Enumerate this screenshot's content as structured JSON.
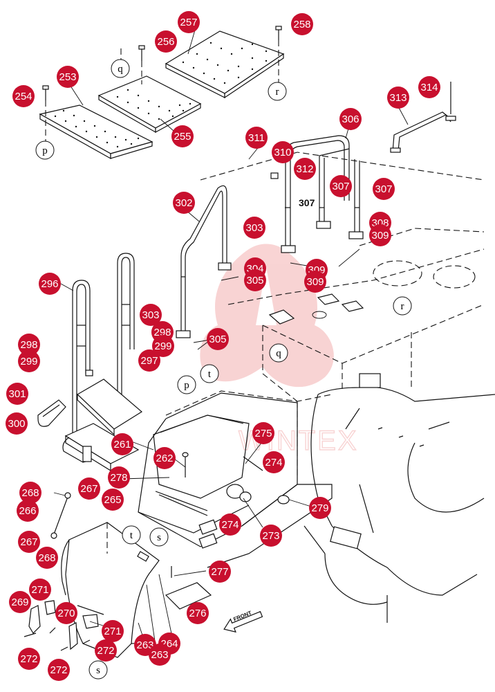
{
  "callouts": [
    "257",
    "258",
    "256",
    "253",
    "254",
    "255",
    "313",
    "314",
    "306",
    "311",
    "310",
    "312",
    "307",
    "307",
    "302",
    "303",
    "308",
    "309",
    "304",
    "305",
    "309",
    "309",
    "296",
    "303",
    "298",
    "298",
    "299",
    "299",
    "305",
    "297",
    "301",
    "300",
    "261",
    "262",
    "275",
    "274",
    "278",
    "268",
    "267",
    "265",
    "266",
    "279",
    "274",
    "273",
    "267",
    "268",
    "277",
    "276",
    "269",
    "271",
    "270",
    "271",
    "272",
    "263",
    "264",
    "263",
    "272",
    "272"
  ],
  "ref_circles": [
    "q",
    "r",
    "p",
    "r",
    "q",
    "p",
    "t",
    "t",
    "s",
    "s"
  ],
  "plain_labels": [
    "307"
  ],
  "direction": {
    "arrow": "arrow-left-icon",
    "label": "FRONT"
  },
  "watermark": {
    "text": "WINTEX",
    "color": "#e23a3a"
  },
  "colors": {
    "callout_fill": "#c8102e",
    "callout_text": "#ffffff",
    "line": "#111111"
  }
}
